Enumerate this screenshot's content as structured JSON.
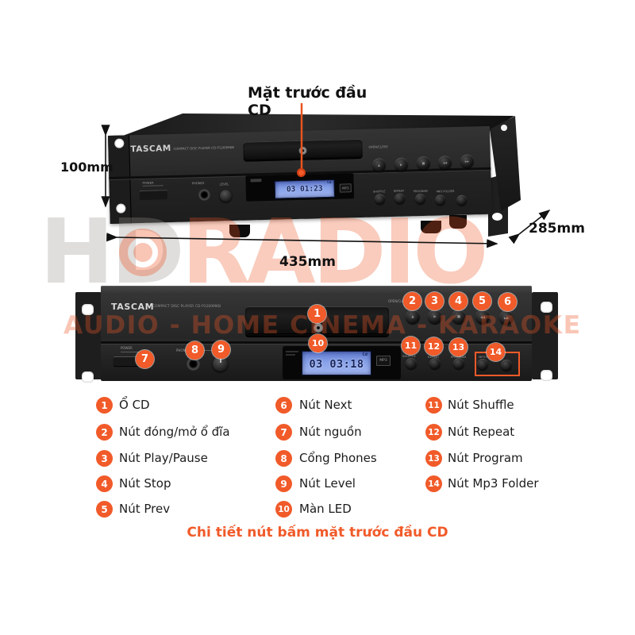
{
  "annotations": {
    "front_label": "Mặt trước đầu CD",
    "dim_height": "100mm",
    "dim_width": "435mm",
    "dim_depth": "285mm",
    "caption": "Chi tiết nút bấm mặt trước đầu CD"
  },
  "watermark": {
    "hd": "HD",
    "radio": "RADIO",
    "tagline": "AUDIO - HOME CINEMA - KARAOKE"
  },
  "device": {
    "brand": "TASCAM",
    "model_text": "COMPACT DISC PLAYER  CD-P1260MKB",
    "display_top": "03 01:23",
    "display_front": "03 03:18",
    "cd_indicator": "Cd",
    "mp3_badge": "MP3",
    "labels": {
      "open_close": "OPEN/CLOSE",
      "power": "POWER",
      "phones": "PHONES",
      "level": "LEVEL",
      "shuffle": "SHUFFLE",
      "repeat": "REPEAT",
      "program": "PROGRAM",
      "mp3_folder": "MP3 FOLDER"
    },
    "button_glyphs": {
      "open_close": "▲",
      "play_pause": "▶",
      "stop": "■",
      "prev": "◀◀",
      "next": "▶▶"
    }
  },
  "legend": {
    "items": [
      {
        "num": "1",
        "label": "Ổ CD"
      },
      {
        "num": "2",
        "label": "Nút đóng/mở ổ đĩa"
      },
      {
        "num": "3",
        "label": "Nút Play/Pause"
      },
      {
        "num": "4",
        "label": "Nút Stop"
      },
      {
        "num": "5",
        "label": "Nút Prev"
      },
      {
        "num": "6",
        "label": "Nút Next"
      },
      {
        "num": "7",
        "label": "Nút nguồn"
      },
      {
        "num": "8",
        "label": "Cổng Phones"
      },
      {
        "num": "9",
        "label": "Nút Level"
      },
      {
        "num": "10",
        "label": "Màn LED"
      },
      {
        "num": "11",
        "label": "Nút Shuffle"
      },
      {
        "num": "12",
        "label": "Nút Repeat"
      },
      {
        "num": "13",
        "label": "Nút Program"
      },
      {
        "num": "14",
        "label": "Nút Mp3 Folder"
      }
    ]
  },
  "colors": {
    "accent": "#f15a29",
    "lcd_blue": "#8aa3e8"
  }
}
